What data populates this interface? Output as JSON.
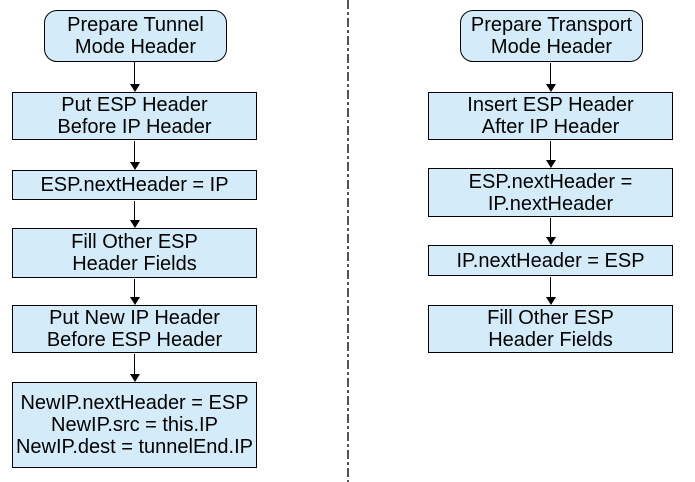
{
  "diagram": {
    "colors": {
      "node_fill": "#d4ecf9",
      "node_border": "#000000",
      "divider": "#555555",
      "arrow": "#000000"
    },
    "columns": [
      {
        "name": "tunnel-mode",
        "nodes": [
          {
            "type": "terminal",
            "lines": [
              "Prepare Tunnel",
              "Mode Header"
            ]
          },
          {
            "type": "process",
            "lines": [
              "Put ESP Header",
              "Before IP Header"
            ]
          },
          {
            "type": "process",
            "lines": [
              "ESP.nextHeader = IP"
            ]
          },
          {
            "type": "process",
            "lines": [
              "Fill Other ESP",
              "Header Fields"
            ]
          },
          {
            "type": "process",
            "lines": [
              "Put New IP Header",
              "Before ESP Header"
            ]
          },
          {
            "type": "process",
            "lines": [
              "NewIP.nextHeader = ESP",
              "NewIP.src = this.IP",
              "NewIP.dest = tunnelEnd.IP"
            ]
          }
        ]
      },
      {
        "name": "transport-mode",
        "nodes": [
          {
            "type": "terminal",
            "lines": [
              "Prepare Transport",
              "Mode Header"
            ]
          },
          {
            "type": "process",
            "lines": [
              "Insert ESP Header",
              "After IP Header"
            ]
          },
          {
            "type": "process",
            "lines": [
              "ESP.nextHeader =",
              "IP.nextHeader"
            ]
          },
          {
            "type": "process",
            "lines": [
              "IP.nextHeader = ESP"
            ]
          },
          {
            "type": "process",
            "lines": [
              "Fill Other ESP",
              "Header Fields"
            ]
          }
        ]
      }
    ]
  }
}
